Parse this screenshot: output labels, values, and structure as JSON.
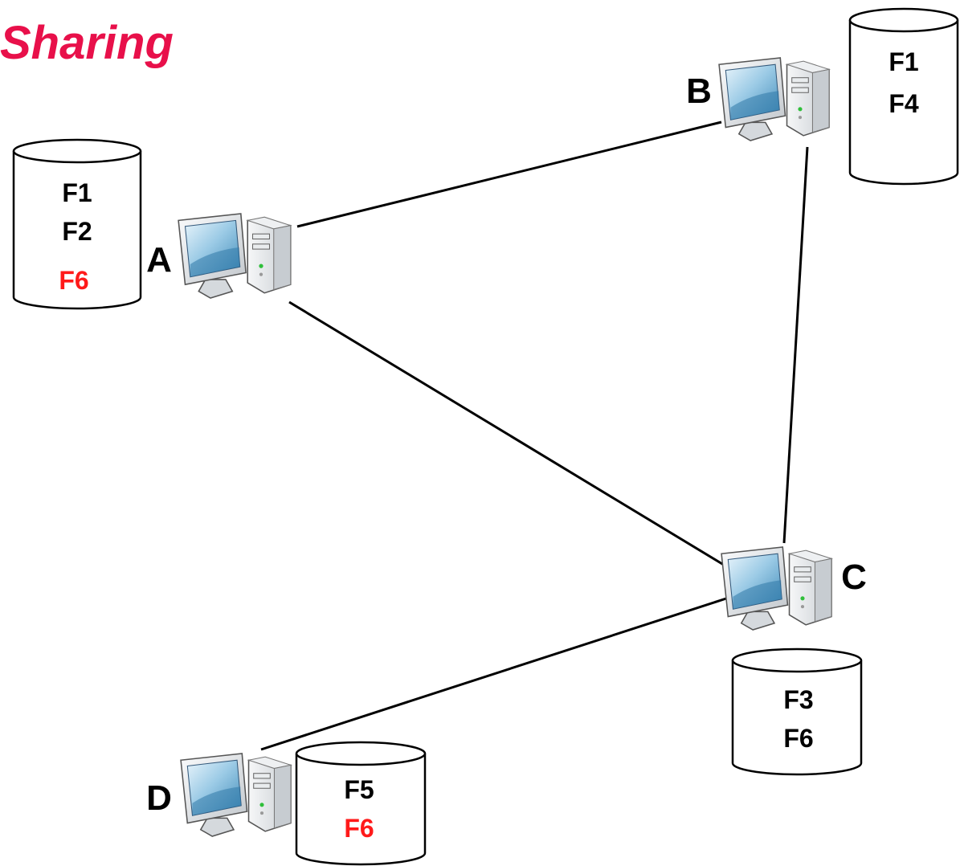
{
  "title": "Sharing",
  "colors": {
    "title": "#e8104a",
    "highlight": "#ff1a1a",
    "normal": "#000000"
  },
  "nodes": {
    "A": {
      "label": "A",
      "files": [
        {
          "name": "F1",
          "highlight": false
        },
        {
          "name": "F2",
          "highlight": false
        },
        {
          "name": "F6",
          "highlight": true
        }
      ]
    },
    "B": {
      "label": "B",
      "files": [
        {
          "name": "F1",
          "highlight": false
        },
        {
          "name": "F4",
          "highlight": false
        }
      ]
    },
    "C": {
      "label": "C",
      "files": [
        {
          "name": "F3",
          "highlight": false
        },
        {
          "name": "F6",
          "highlight": false
        }
      ]
    },
    "D": {
      "label": "D",
      "files": [
        {
          "name": "F5",
          "highlight": false
        },
        {
          "name": "F6",
          "highlight": true
        }
      ]
    }
  },
  "links": [
    [
      "A",
      "B"
    ],
    [
      "A",
      "C"
    ],
    [
      "B",
      "C"
    ],
    [
      "C",
      "D"
    ]
  ],
  "icons": {
    "computer": "desktop-computer-icon",
    "storage": "database-cylinder-icon"
  }
}
